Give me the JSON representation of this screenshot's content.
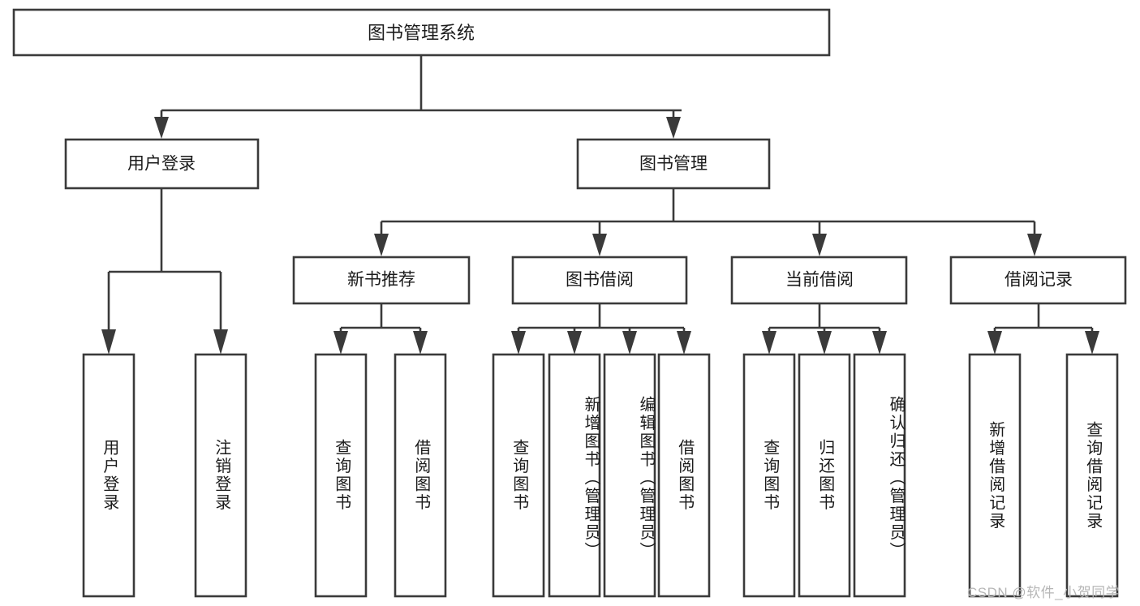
{
  "diagram": {
    "type": "tree-hierarchy",
    "title": "图书管理系统",
    "orientation": "top-down",
    "watermark": "CSDN @软件_小贺同学",
    "colors": {
      "box_stroke": "#3a3a3a",
      "box_fill": "#ffffff",
      "connector": "#3a3a3a",
      "text": "#1b1b1b",
      "watermark": "#b6b6b6",
      "background": "#ffffff"
    },
    "root": {
      "label": "图书管理系统"
    },
    "level2": [
      {
        "id": "user-login",
        "label": "用户登录"
      },
      {
        "id": "book-manage",
        "label": "图书管理"
      }
    ],
    "level3": [
      {
        "id": "new-book-recommend",
        "label": "新书推荐",
        "parent": "book-manage"
      },
      {
        "id": "book-borrow",
        "label": "图书借阅",
        "parent": "book-manage"
      },
      {
        "id": "current-borrow",
        "label": "当前借阅",
        "parent": "book-manage"
      },
      {
        "id": "borrow-record",
        "label": "借阅记录",
        "parent": "book-manage"
      }
    ],
    "leaves": [
      {
        "id": "leaf-user-login",
        "label": "用户登录",
        "parent": "user-login"
      },
      {
        "id": "leaf-logout",
        "label": "注销登录",
        "parent": "user-login"
      },
      {
        "id": "leaf-query-book-1",
        "label": "查询图书",
        "parent": "new-book-recommend"
      },
      {
        "id": "leaf-borrow-book-1",
        "label": "借阅图书",
        "parent": "new-book-recommend"
      },
      {
        "id": "leaf-query-book-2",
        "label": "查询图书",
        "parent": "book-borrow"
      },
      {
        "id": "leaf-add-book",
        "label": "新增图书（管理员）",
        "parent": "book-borrow"
      },
      {
        "id": "leaf-edit-book",
        "label": "编辑图书（管理员）",
        "parent": "book-borrow"
      },
      {
        "id": "leaf-borrow-book-2",
        "label": "借阅图书",
        "parent": "book-borrow"
      },
      {
        "id": "leaf-query-book-3",
        "label": "查询图书",
        "parent": "current-borrow"
      },
      {
        "id": "leaf-return-book",
        "label": "归还图书",
        "parent": "current-borrow"
      },
      {
        "id": "leaf-confirm-return",
        "label": "确认归还（管理员）",
        "parent": "current-borrow"
      },
      {
        "id": "leaf-add-record",
        "label": "新增借阅记录",
        "parent": "borrow-record"
      },
      {
        "id": "leaf-query-record",
        "label": "查询借阅记录",
        "parent": "borrow-record"
      }
    ]
  }
}
